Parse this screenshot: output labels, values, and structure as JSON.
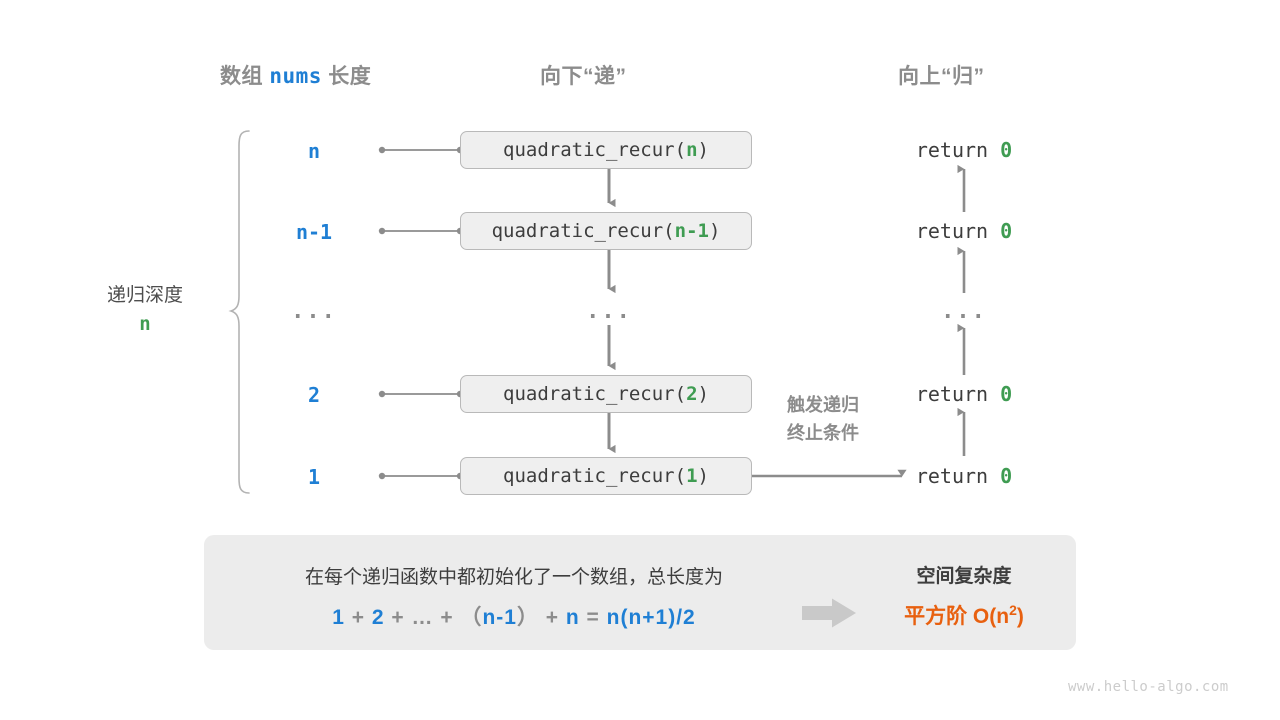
{
  "headers": {
    "left_prefix": "数组 ",
    "left_mono": "nums",
    "left_suffix": " 长度",
    "middle": "向下“递”",
    "right": "向上“归”"
  },
  "depth": {
    "label": "递归深度",
    "value": "n"
  },
  "rows": [
    {
      "size": "n",
      "call_prefix": "quadratic_recur(",
      "call_arg": "n",
      "call_suffix": ")",
      "return_text": "return ",
      "return_value": "0"
    },
    {
      "size": "n-1",
      "call_prefix": "quadratic_recur(",
      "call_arg": "n-1",
      "call_suffix": ")",
      "return_text": "return ",
      "return_value": "0"
    },
    {
      "size": "...",
      "call_prefix": "...",
      "call_arg": "",
      "call_suffix": "",
      "return_text": "...",
      "return_value": ""
    },
    {
      "size": "2",
      "call_prefix": "quadratic_recur(",
      "call_arg": "2",
      "call_suffix": ")",
      "return_text": "return ",
      "return_value": "0"
    },
    {
      "size": "1",
      "call_prefix": "quadratic_recur(",
      "call_arg": "1",
      "call_suffix": ")",
      "return_text": "return ",
      "return_value": "0"
    }
  ],
  "note": {
    "line1": "触发递归",
    "line2": "终止条件"
  },
  "info": {
    "description": "在每个递归函数中都初始化了一个数组，总长度为",
    "formula": [
      {
        "t": "1",
        "b": true
      },
      {
        "t": " + ",
        "b": false
      },
      {
        "t": "2",
        "b": true
      },
      {
        "t": " + … + （",
        "b": false
      },
      {
        "t": "n-1",
        "b": true
      },
      {
        "t": "） + ",
        "b": false
      },
      {
        "t": "n",
        "b": true
      },
      {
        "t": " = ",
        "b": false
      },
      {
        "t": "n(n+1)/2",
        "b": true
      }
    ],
    "complexity_title": "空间复杂度",
    "complexity_prefix": "平方阶  O(n",
    "complexity_sup": "2",
    "complexity_suffix": ")",
    "arrow_icon": "right-arrow-icon"
  },
  "watermark": "www.hello-algo.com",
  "colors": {
    "blue": "#1f7fd4",
    "green": "#3f9c52",
    "orange": "#e8600f",
    "gray_text": "#8c8c8c",
    "dark_text": "#3d3d3d",
    "box_fill": "#efefef",
    "box_border": "#b9b9b9",
    "panel_fill": "#ececec",
    "line": "#8c8c8c"
  }
}
